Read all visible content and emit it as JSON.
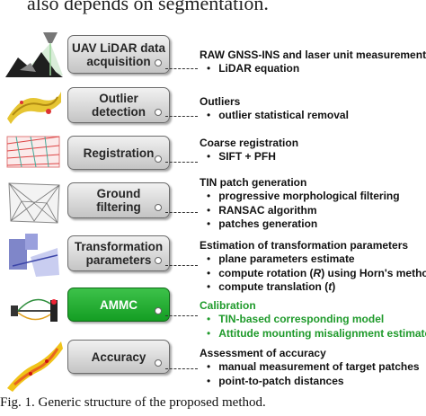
{
  "top_text": "also depends on segmentation.",
  "caption": "Fig. 1.   Generic structure of the proposed method.",
  "colors": {
    "highlight_box": "#1aa82a",
    "highlight_text": "#1f9a2b",
    "box_gray": "#d8d8d8"
  },
  "steps": [
    {
      "label": "UAV LiDAR data\nacquisition",
      "thumbnail": "drone-scan-icon",
      "title": "RAW GNSS-INS and laser unit measurements",
      "bullets": [
        "LiDAR equation"
      ]
    },
    {
      "label": "Outlier\ndetection",
      "thumbnail": "point-cloud-yellow-icon",
      "title": "Outliers",
      "bullets": [
        "outlier statistical removal"
      ]
    },
    {
      "label": "Registration",
      "thumbnail": "registration-lines-icon",
      "title": "Coarse registration",
      "bullets": [
        "SIFT + PFH"
      ]
    },
    {
      "label": "Ground\nfiltering",
      "thumbnail": "tin-mesh-icon",
      "title": "TIN patch generation",
      "bullets": [
        "progressive morphological filtering",
        "RANSAC algorithm",
        "patches generation"
      ]
    },
    {
      "label": "Transformation\nparameters",
      "thumbnail": "transform-blue-icon",
      "title": "Estimation of transformation parameters",
      "bullets": [
        "plane parameters estimate",
        "compute rotation (R) using Horn's method",
        "compute translation (t)"
      ]
    },
    {
      "label": "AMMC",
      "thumbnail": "calibration-rig-icon",
      "highlight": true,
      "title": "Calibration",
      "bullets": [
        "TIN-based corresponding model",
        "Attitude mounting misalignment estimate"
      ]
    },
    {
      "label": "Accuracy",
      "thumbnail": "accuracy-heatmap-icon",
      "title": "Assessment of accuracy",
      "bullets": [
        "manual measurement of target patches",
        "point-to-patch distances"
      ]
    }
  ]
}
